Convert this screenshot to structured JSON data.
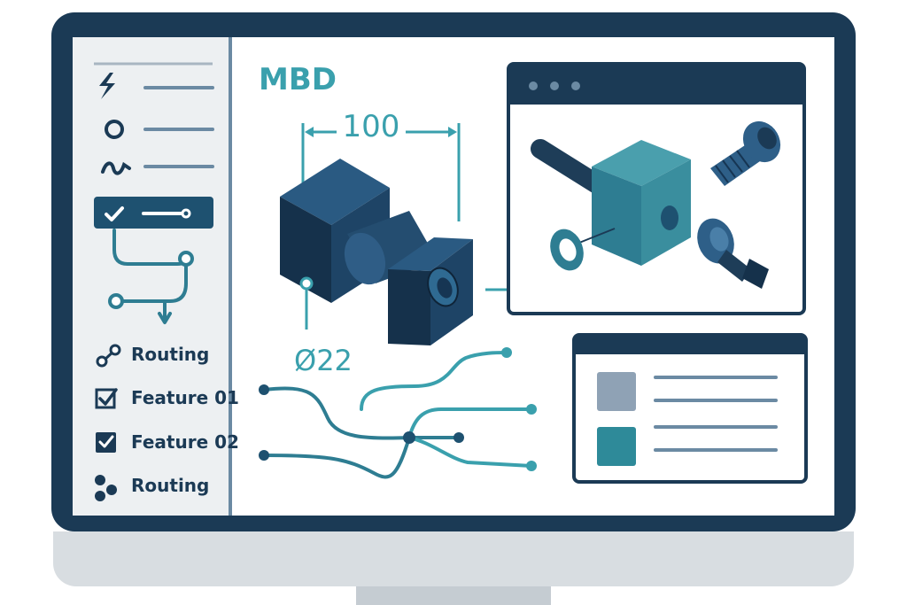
{
  "main": {
    "title": "MBD",
    "dimension_width": "100",
    "dimension_diameter": "Ø22"
  },
  "sidebar": {
    "items": [
      {
        "icon": "lightning-icon"
      },
      {
        "icon": "circle-icon"
      },
      {
        "icon": "wave-icon"
      },
      {
        "icon": "checkmark-icon",
        "selected": true
      }
    ],
    "features": [
      {
        "label": "Routing",
        "icon": "route-icon"
      },
      {
        "label": "Feature 01",
        "icon": "checkbox-outline-icon"
      },
      {
        "label": "Feature 02",
        "icon": "checkbox-filled-icon"
      },
      {
        "label": "Routing",
        "icon": "route-icon"
      }
    ]
  },
  "colors": {
    "bezel": "#1b3a55",
    "accent": "#3aa0ad",
    "selected": "#1e5170",
    "sidebar_bg": "#edf0f2"
  }
}
